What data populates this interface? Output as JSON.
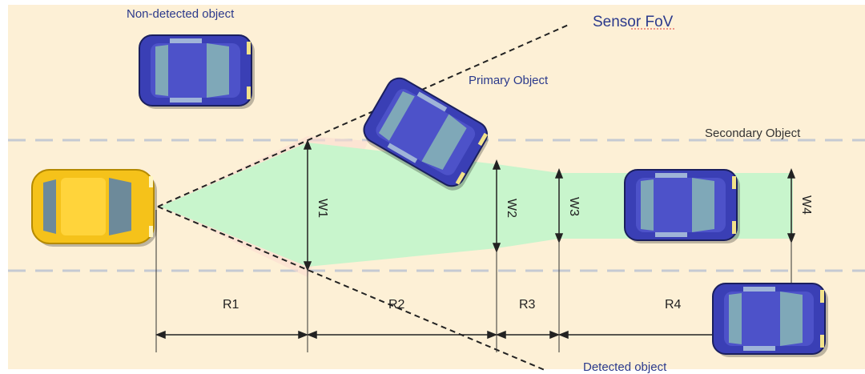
{
  "labels": {
    "sensor_fov": "Sensor FoV",
    "non_detected": "Non-detected object",
    "primary": "Primary Object",
    "secondary": "Secondary Object",
    "detected": "Detected object"
  },
  "widths": [
    "W1",
    "W2",
    "W3",
    "W4"
  ],
  "ranges": [
    "R1",
    "R2",
    "R3",
    "R4"
  ],
  "colors": {
    "background": "#fdf0d6",
    "corridor": "#c8f5cc",
    "lane_line": "#c5cad3",
    "text_blue": "#2b3a8c",
    "ego_car": "#f5c21a",
    "other_car": "#3a3fb5"
  }
}
